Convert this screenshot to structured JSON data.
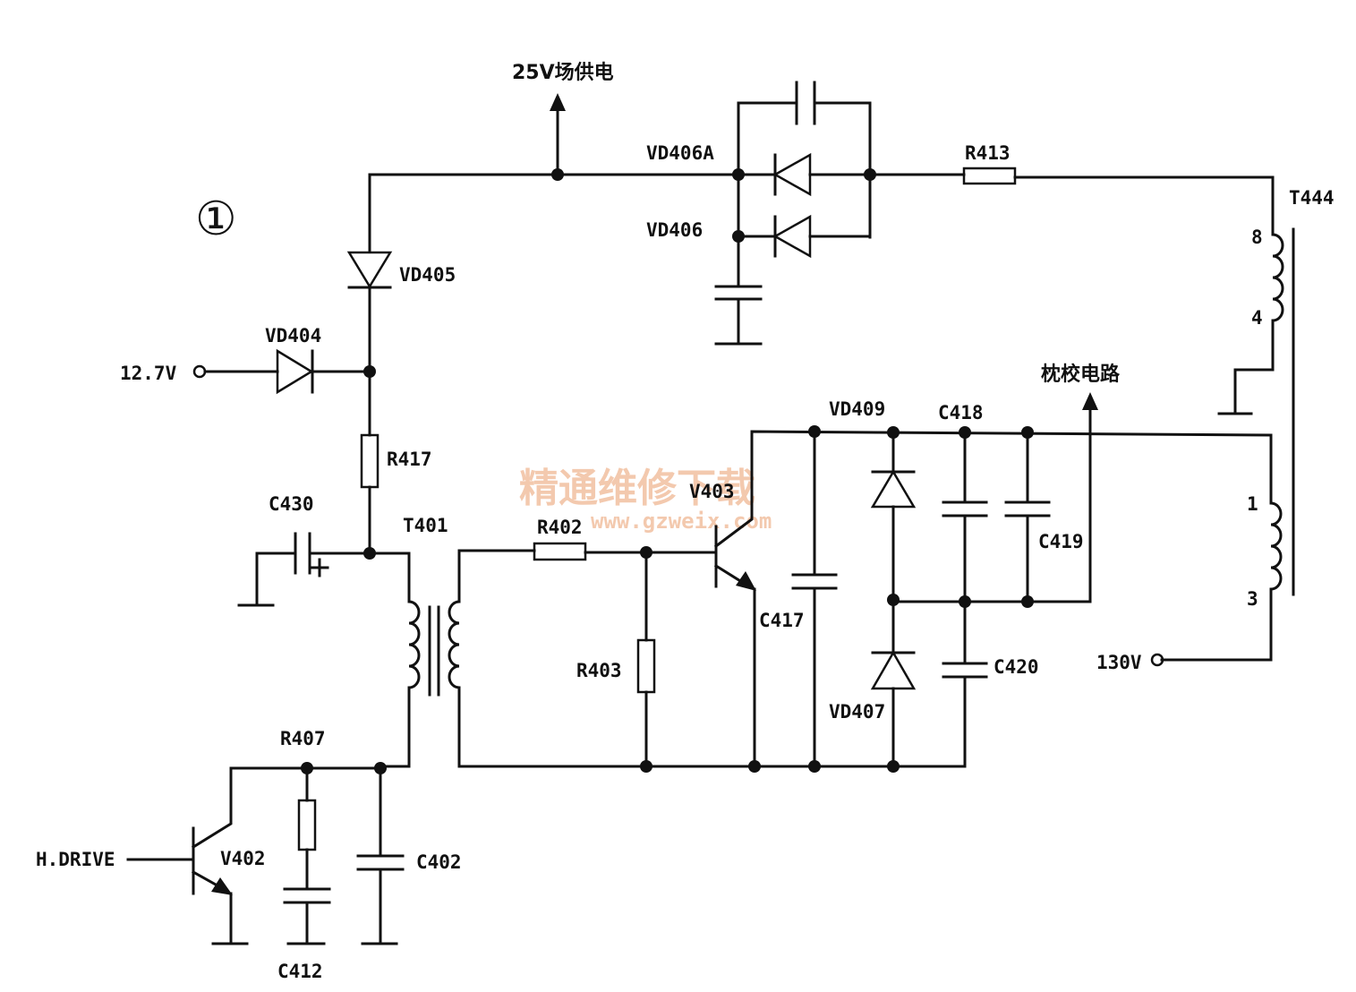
{
  "figure_number": "①",
  "labels": {
    "supply_25v": "25V场供电",
    "vd406a": "VD406A",
    "vd406": "VD406",
    "r413": "R413",
    "t444": "T444",
    "pin8": "8",
    "pin4": "4",
    "pin1": "1",
    "pin3": "3",
    "vd405": "VD405",
    "vd404": "VD404",
    "v12_7": "12.7V",
    "r417": "R417",
    "pincushion": "枕校电路",
    "vd409": "VD409",
    "c418": "C418",
    "c419": "C419",
    "c430": "C430",
    "t401": "T401",
    "r402": "R402",
    "v403": "V403",
    "r403": "R403",
    "c417": "C417",
    "c420": "C420",
    "vd407": "VD407",
    "v130": "130V",
    "r407": "R407",
    "hdrive": "H.DRIVE",
    "v402": "V402",
    "c402": "C402",
    "c412": "C412"
  },
  "watermark": {
    "title": "精通维修下载",
    "url": "www.gzweix.com"
  }
}
